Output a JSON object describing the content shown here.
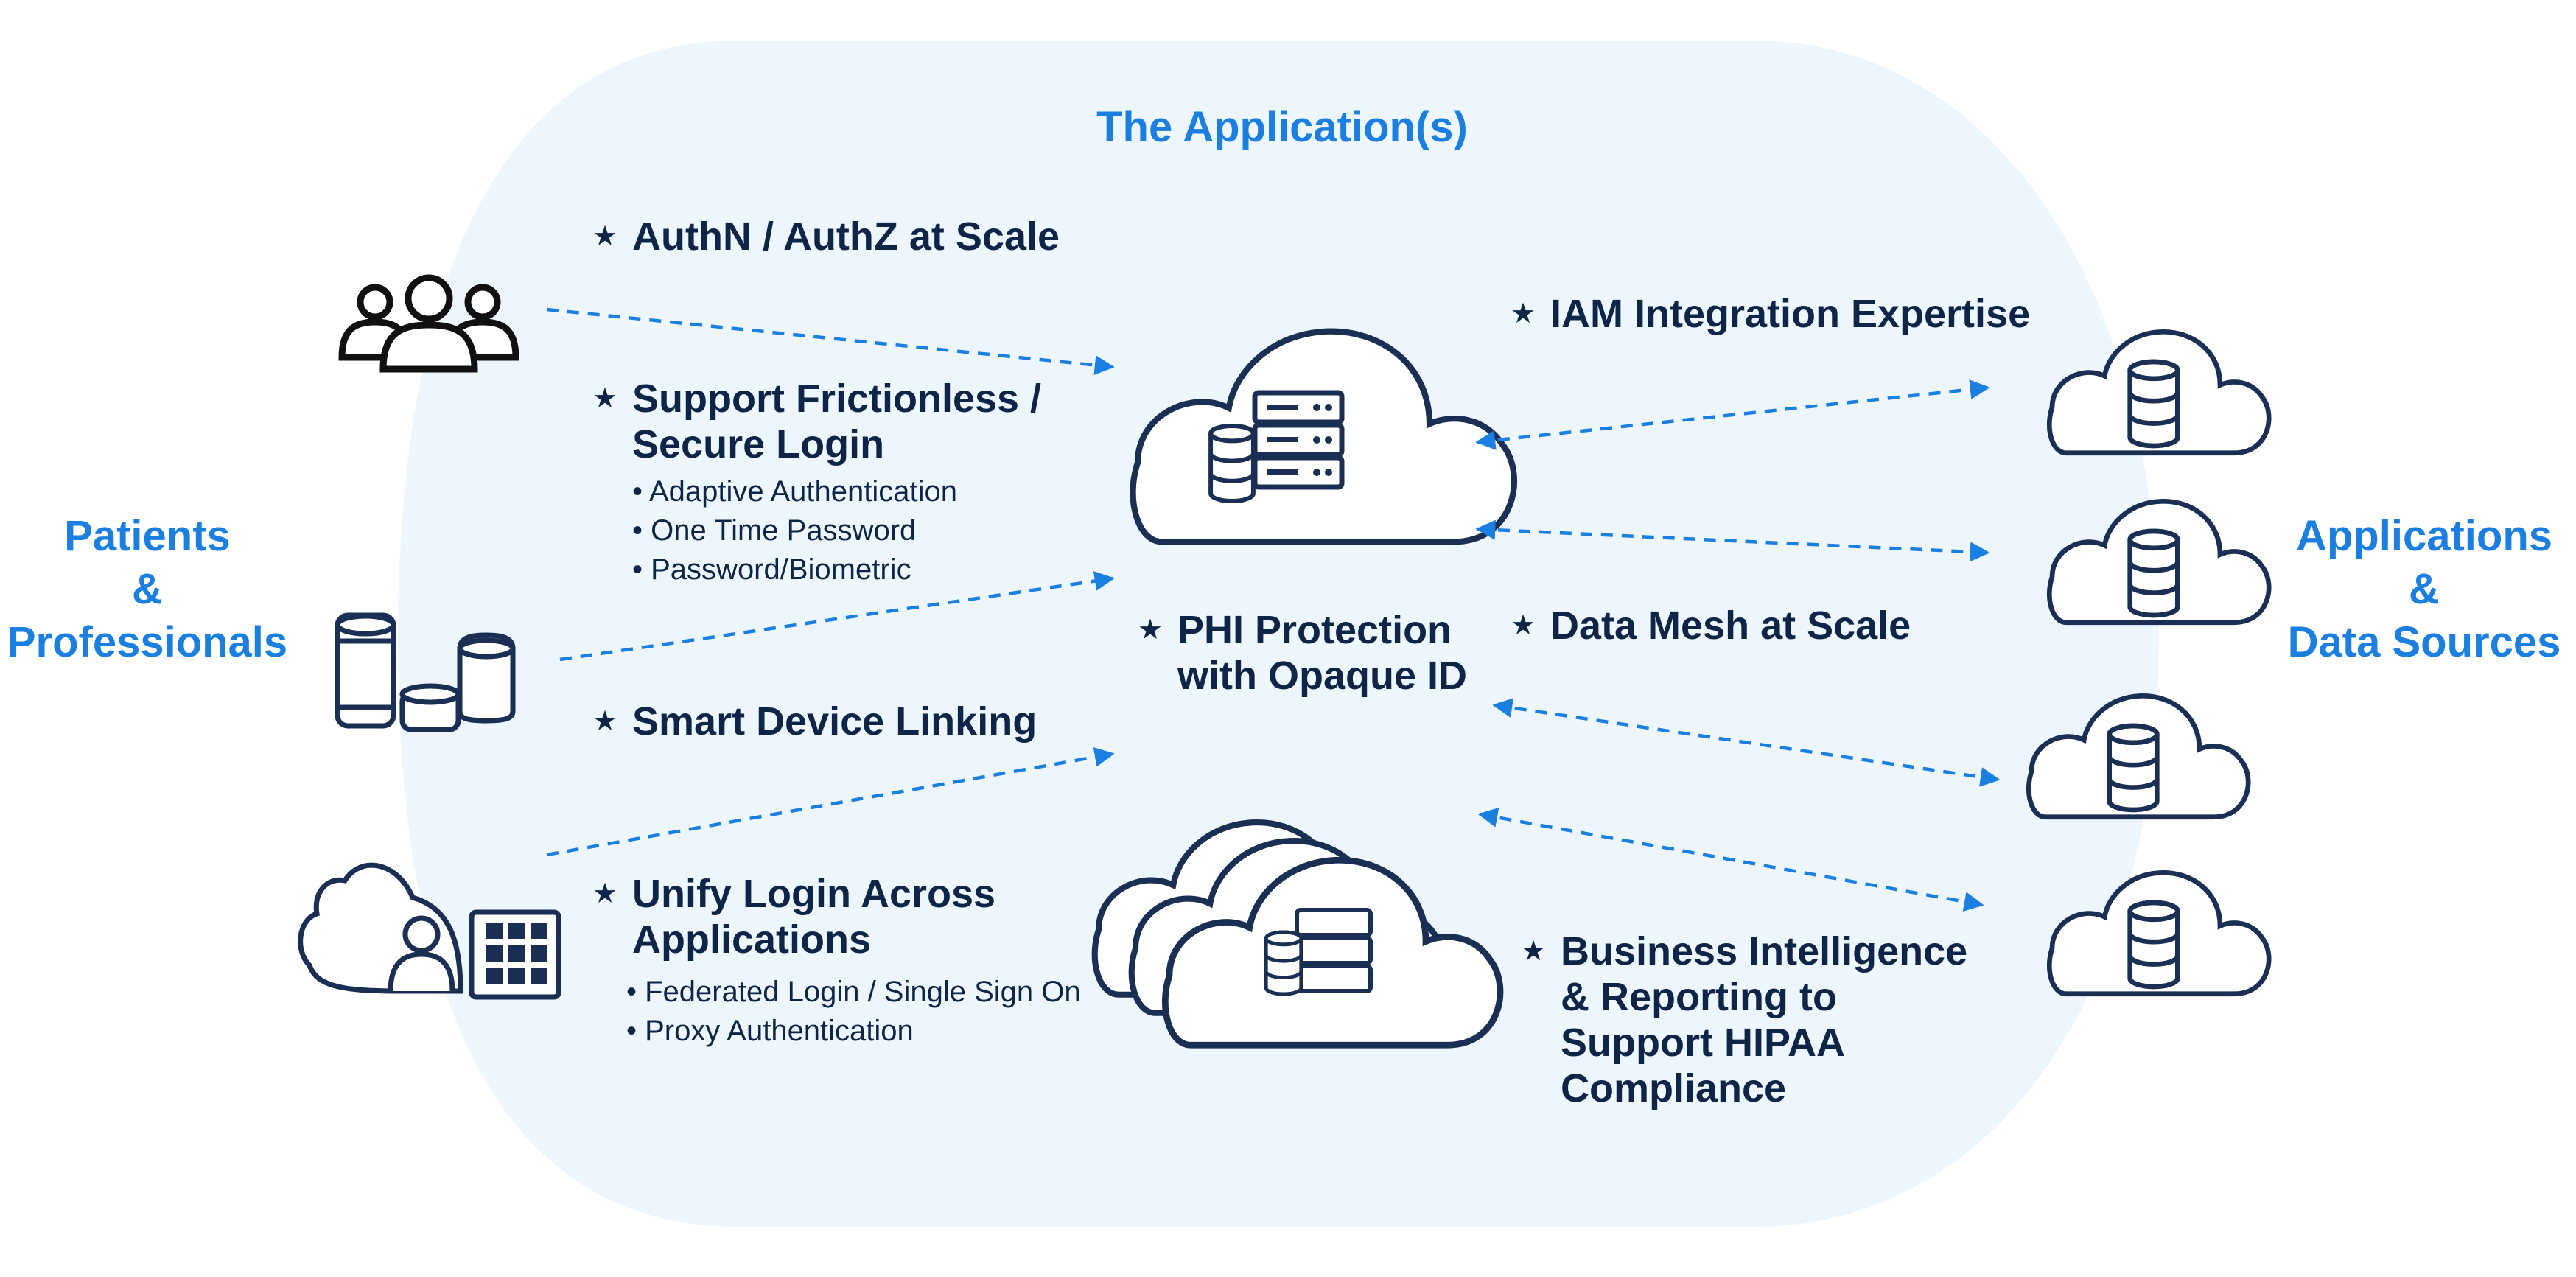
{
  "title": "The Application(s)",
  "left_label": [
    "Patients",
    "&",
    "Professionals"
  ],
  "right_label": [
    "Applications",
    "&",
    "Data Sources"
  ],
  "features": {
    "authn": "AuthN / AuthZ at Scale",
    "support_login": [
      "Support Frictionless /",
      "Secure Login"
    ],
    "support_login_items": [
      "Adaptive Authentication",
      "One Time Password",
      "Password/Biometric"
    ],
    "smart_device": "Smart Device Linking",
    "unify_login": [
      "Unify Login Across",
      "Applications"
    ],
    "unify_login_items": [
      "Federated Login / Single Sign On",
      "Proxy Authentication"
    ],
    "phi": [
      "PHI Protection",
      "with Opaque ID"
    ],
    "iam": "IAM Integration Expertise",
    "data_mesh": "Data Mesh at Scale",
    "bi": [
      "Business Intelligence",
      "& Reporting to",
      "Support HIPAA",
      "Compliance"
    ]
  },
  "star_glyph": "★",
  "colors": {
    "accent": "#1a7fe0",
    "text_dark": "#0f2547",
    "icon_stroke": "#1b2f55",
    "bubble_fill": "#eef6fd"
  },
  "icons": [
    "people-group-icon",
    "smart-speakers-icon",
    "user-cloud-app-icon",
    "server-cloud-icon",
    "multi-cloud-server-icon",
    "database-cloud-icon"
  ]
}
